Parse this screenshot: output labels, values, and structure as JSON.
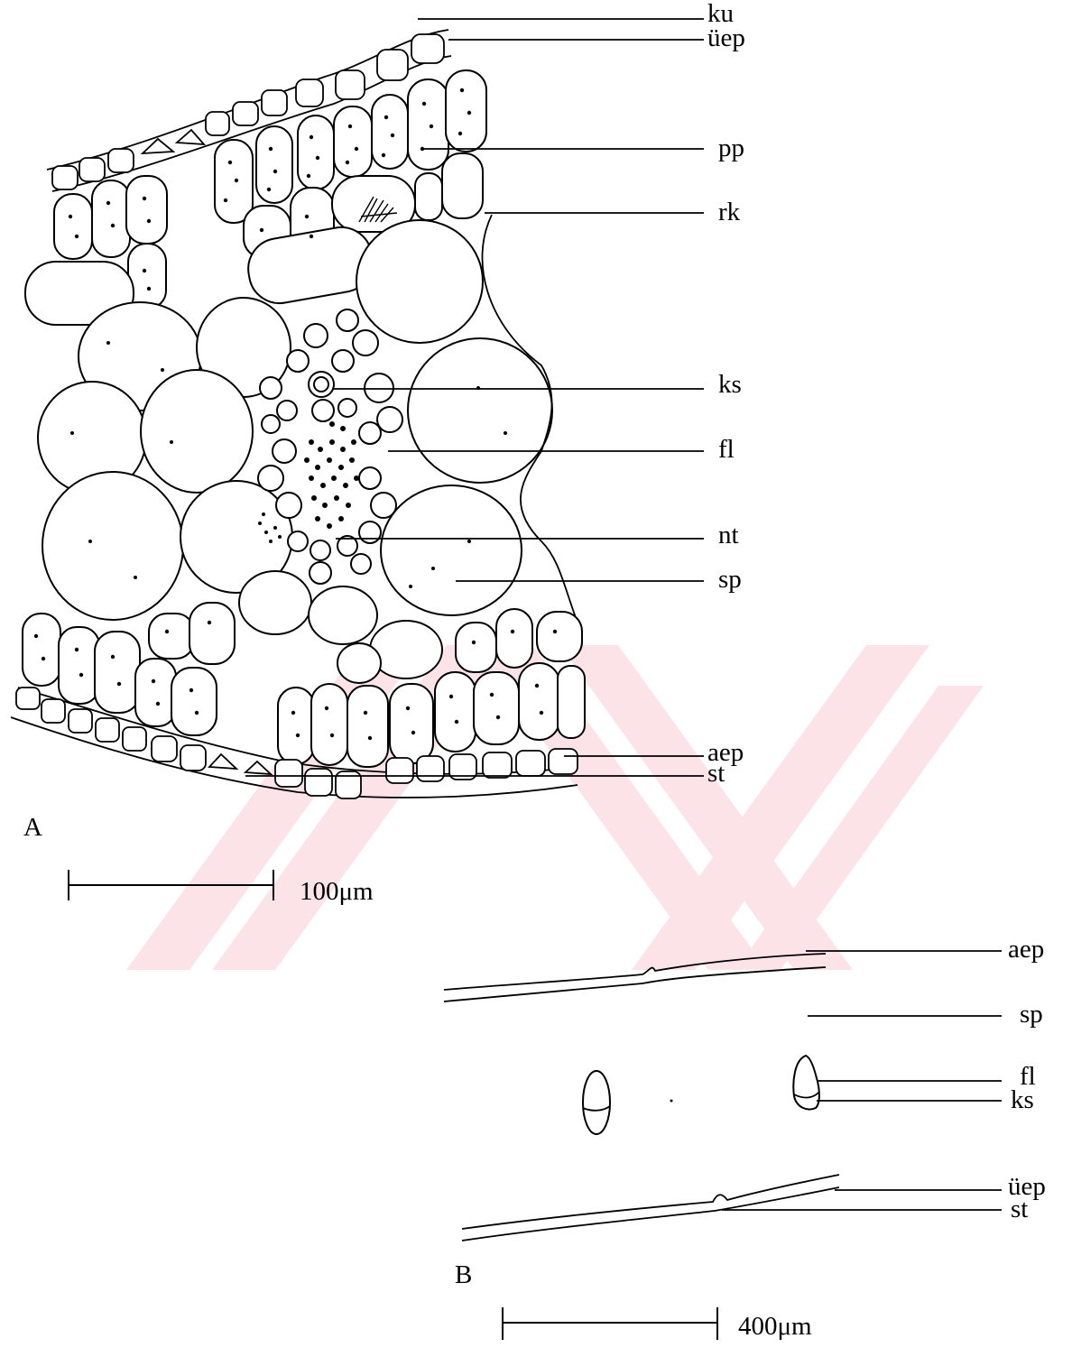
{
  "figure_a": {
    "panel_label": "A",
    "scale_bar_label": "100μm",
    "labels": {
      "ku": "ku",
      "uep": "üep",
      "pp": "pp",
      "rk": "rk",
      "ks": "ks",
      "fl": "fl",
      "nt": "nt",
      "sp": "sp",
      "aep": "aep",
      "st": "st"
    }
  },
  "figure_b": {
    "panel_label": "B",
    "scale_bar_label": "400μm",
    "labels": {
      "aep": "aep",
      "sp": "sp",
      "fl": "fl",
      "ks": "ks",
      "uep": "üep",
      "st": "st"
    }
  },
  "watermark_color": "#fbe3e7"
}
